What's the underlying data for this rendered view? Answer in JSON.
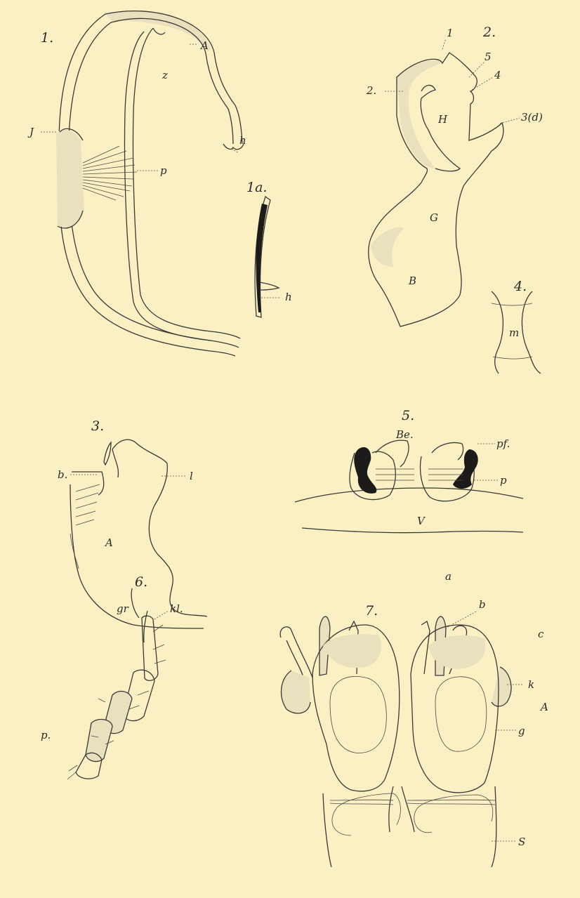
{
  "figures": [
    {
      "id": "fig1",
      "number": "1.",
      "labels": [
        "A",
        "z",
        "J",
        "h",
        "p"
      ]
    },
    {
      "id": "fig1a",
      "number": "1a.",
      "labels": [
        "h"
      ]
    },
    {
      "id": "fig2",
      "number": "2.",
      "labels": [
        "1",
        "2.",
        "5",
        "4",
        "3(d)",
        "H",
        "G",
        "B"
      ]
    },
    {
      "id": "fig3",
      "number": "3.",
      "labels": [
        "b.",
        "l",
        "A"
      ]
    },
    {
      "id": "fig4",
      "number": "4.",
      "labels": [
        "m"
      ]
    },
    {
      "id": "fig5",
      "number": "5.",
      "labels": [
        "Be.",
        "pf.",
        "p",
        "V"
      ]
    },
    {
      "id": "fig6",
      "number": "6.",
      "labels": [
        "gr",
        "kl.",
        "p."
      ]
    },
    {
      "id": "fig7",
      "number": "7.",
      "labels": [
        "a",
        "b",
        "c",
        "k",
        "A",
        "g",
        "S"
      ]
    }
  ],
  "colors": {
    "paper": "#fbf0c4",
    "ink": "#2b2a26",
    "shade": "#e9e1bd"
  }
}
